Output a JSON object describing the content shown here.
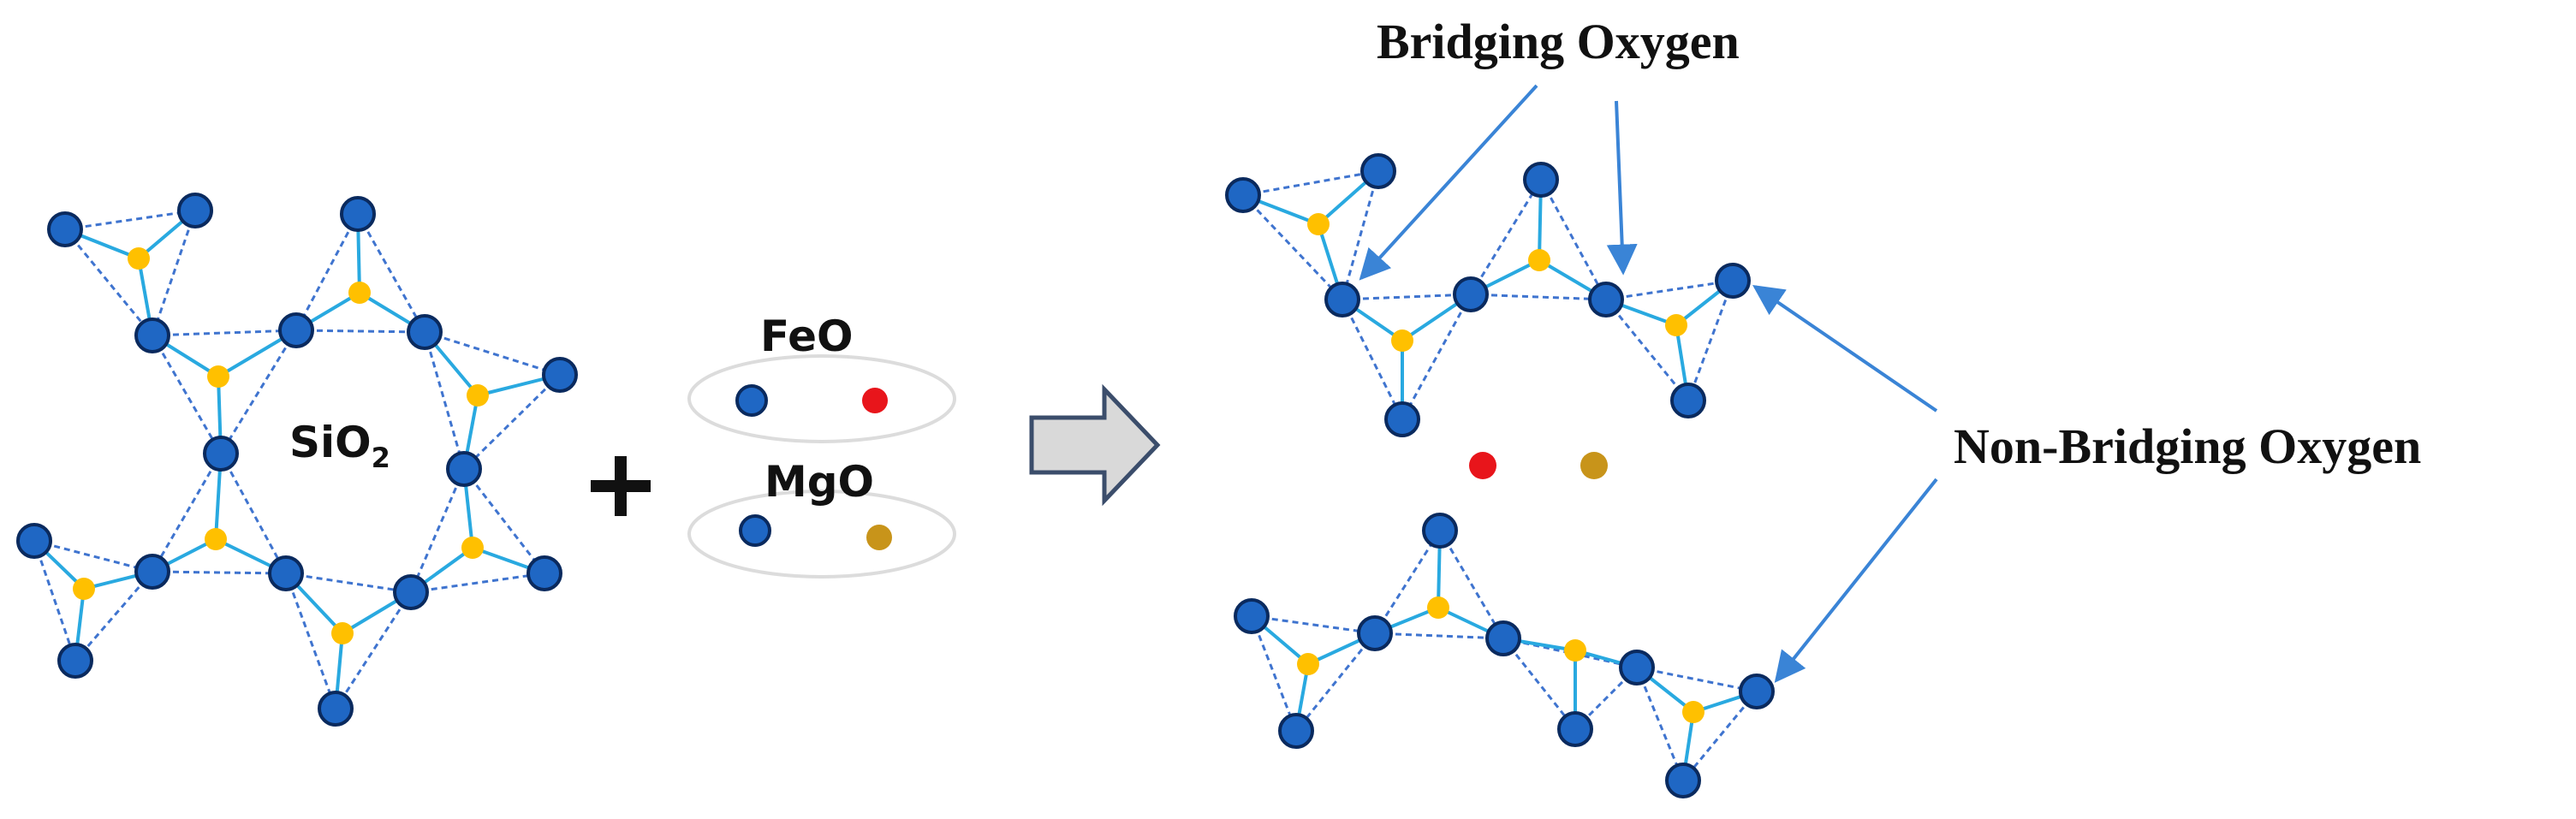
{
  "labels": {
    "silica": "SiO",
    "silica_sub": "2",
    "plus": "+",
    "feo": "FeO",
    "mgo": "MgO",
    "bridging_oxygen": "Bridging Oxygen",
    "non_bridging_oxygen": "Non-Bridging Oxygen"
  },
  "colors": {
    "oxygen_fill": "#1f67c4",
    "oxygen_stroke": "#0a2a5e",
    "silicon": "#ffc000",
    "bond": "#29a9e0",
    "dashed_edge": "#3f74cf",
    "iron": "#e8151b",
    "magnesium": "#c8941a",
    "arrow_fill": "#d9d9d9",
    "arrow_stroke": "#3b4d6b",
    "pointer": "#3a84d6",
    "oval": "#dcdcdc"
  }
}
